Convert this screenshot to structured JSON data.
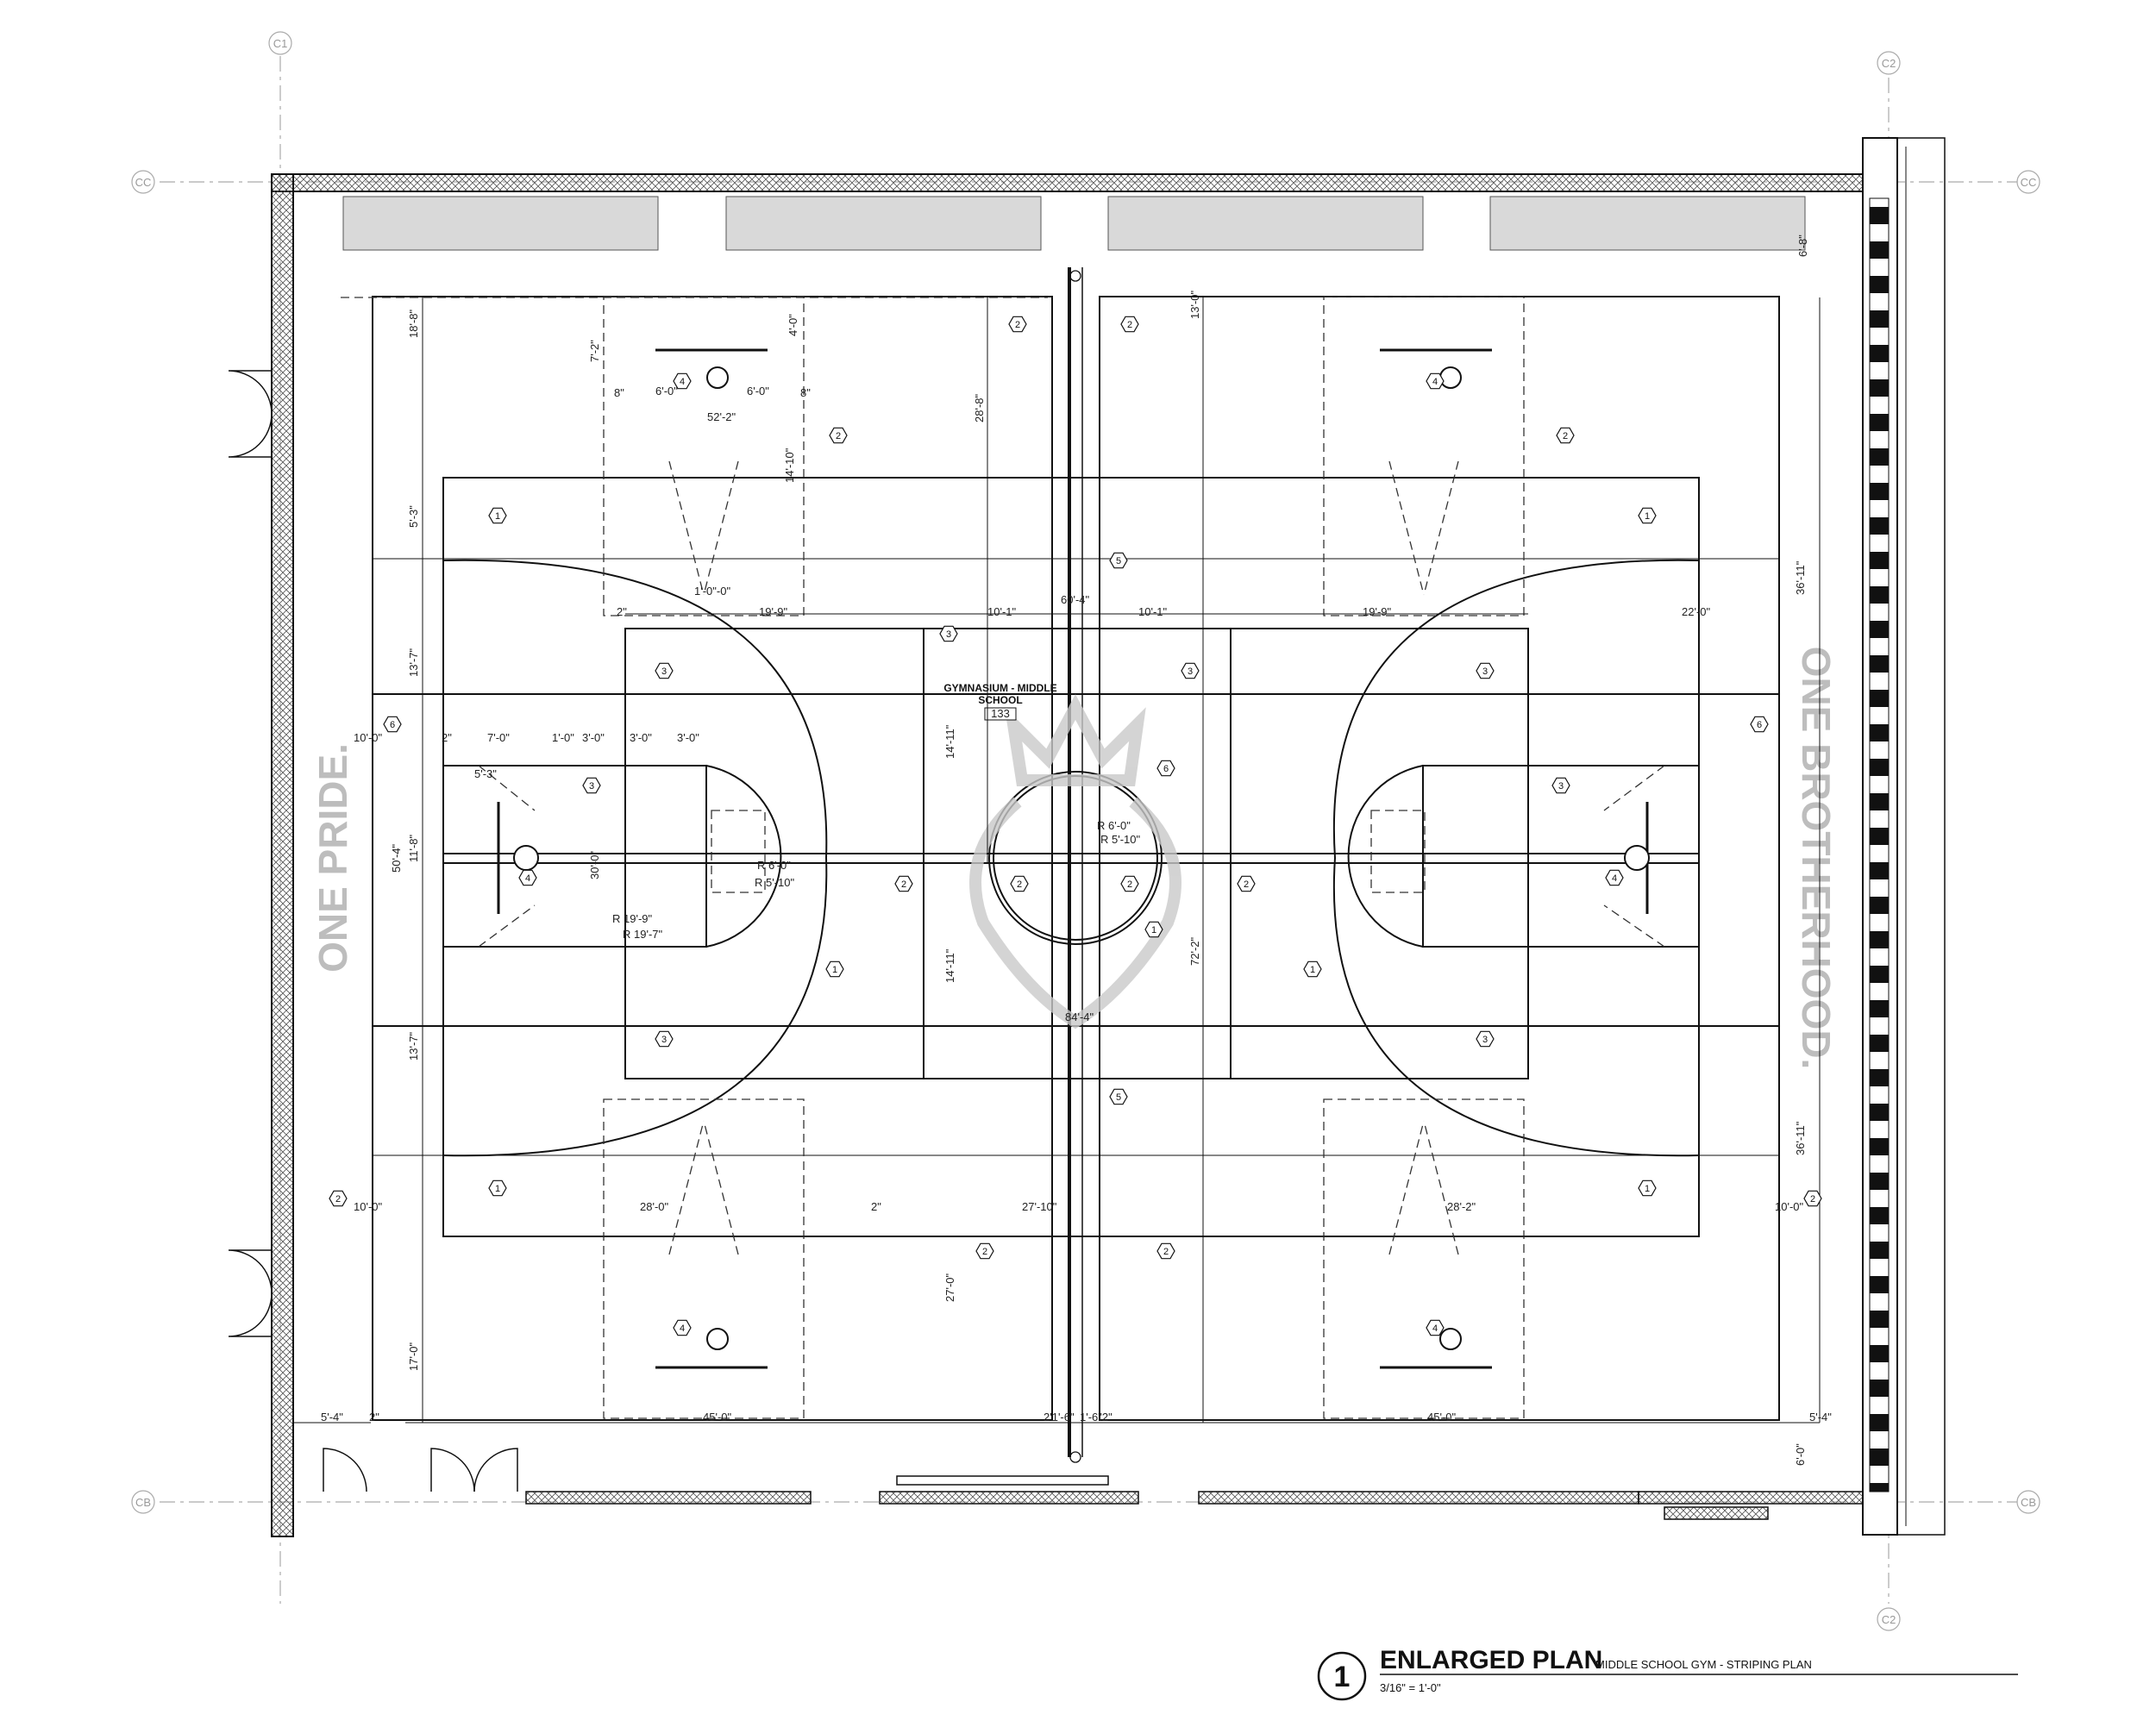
{
  "grid": {
    "c1": "C1",
    "c2": "C2",
    "cc": "CC",
    "cb": "CB"
  },
  "watermark": {
    "left": "ONE PRIDE.",
    "right": "ONE BROTHERHOOD."
  },
  "room": {
    "name_line1": "GYMNASIUM - MIDDLE",
    "name_line2": "SCHOOL",
    "number": "133"
  },
  "title_block": {
    "number": "1",
    "title": "ENLARGED PLAN",
    "subtitle": "MIDDLE SCHOOL GYM - STRIPING PLAN",
    "scale": "3/16\" = 1'-0\""
  },
  "dimensions": {
    "left_6_8": "18'-8\"",
    "mid_28_8": "28'-8\"",
    "mid_13_0": "13'-0\"",
    "right_6_8": "6'-8\"",
    "d_7_2": "7'-2\"",
    "d_4_0": "4'-0\"",
    "d_6_0": "6'-0\"",
    "d_8": "8\"",
    "d_52_2": "52'-2\"",
    "d_1_0": "1'-0\"",
    "d_3_0": "3'-0\"",
    "d_14_10": "14'-10\"",
    "d_5_3": "5'-3\"",
    "d_2": "2\"",
    "d_1_0_0": "1'-0\"-0\"",
    "d_60_4": "60'-4\"",
    "d_19_9": "19'-9\"",
    "d_10_1": "10'-1\"",
    "d_22_0": "22'-0\"",
    "d_13_7": "13'-7\"",
    "d_36_11": "36'-11\"",
    "d_10_0": "10'-0\"",
    "d_7_0": "7'-0\"",
    "d_14_11": "14'-11\"",
    "d_50_4": "50'-4\"",
    "d_11_8": "11'-8\"",
    "d_30_0": "30'-0\"",
    "d_r6_0": "R 6'-0\"",
    "d_r5_10": "R 5'-10\"",
    "d_r19_9": "R 19'-9\"",
    "d_r19_7": "R 19'-7\"",
    "d_72_2": "72'-2\"",
    "d_84_4": "84'-4\"",
    "d_28_0": "28'-0\"",
    "d_28_2": "28'-2\"",
    "d_27_10": "27'-10\"",
    "d_27_0": "27'-0\"",
    "d_17_0": "17'-0\"",
    "d_5_4": "5'-4\"",
    "d_45_0": "45'-0\"",
    "d_21_6": "2'1'-6\"",
    "d_1_62": "1'-6\"2\"",
    "d_6_0b": "6'-0\""
  },
  "tags": [
    "1",
    "2",
    "3",
    "4",
    "5",
    "6"
  ],
  "colors": {
    "line": "#111111",
    "bleacher": "#d9d9d9",
    "watermark": "#bdbdbd",
    "grid": "#aaaaaa"
  },
  "icons": {
    "centerline": "centerline-symbol",
    "backboard": "basketball-hoop-icon",
    "mascot": "lion-crest-logo"
  }
}
